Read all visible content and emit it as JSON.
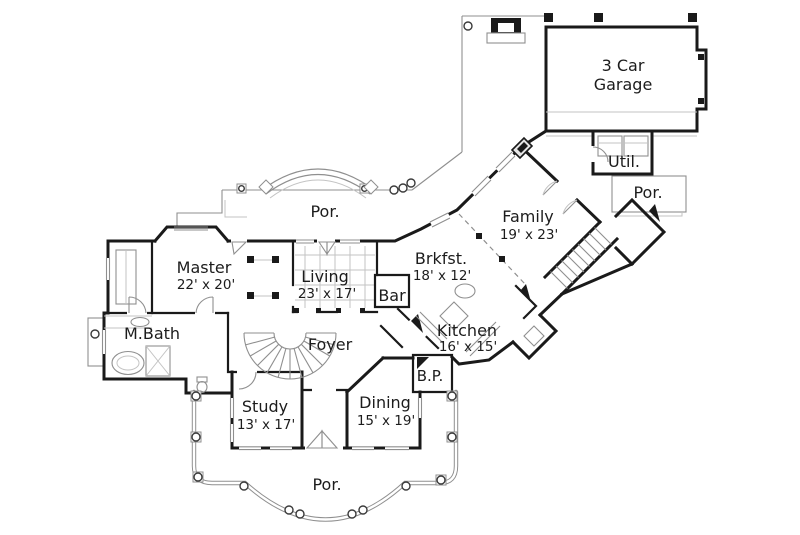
{
  "meta": {
    "kind": "house-floor-plan",
    "floor": "first-floor"
  },
  "colors": {
    "wall": "#1a1a1a",
    "line": "#8f8f8f",
    "light": "#c3c3c3",
    "text": "#1c1c1c",
    "bg": "#ffffff"
  },
  "rooms": {
    "por_top": {
      "label": "Por."
    },
    "garage": {
      "label": "3 Car",
      "label2": "Garage"
    },
    "util": {
      "label": "Util."
    },
    "por_right": {
      "label": "Por."
    },
    "family": {
      "label": "Family",
      "dims": "19' x 23'"
    },
    "brkfst": {
      "label": "Brkfst.",
      "dims": "18' x 12'"
    },
    "bar": {
      "label": "Bar"
    },
    "kitchen": {
      "label": "Kitchen",
      "dims": "16' x 15'"
    },
    "living": {
      "label": "Living",
      "dims": "23' x 17'"
    },
    "master": {
      "label": "Master",
      "dims": "22' x 20'"
    },
    "mbath": {
      "label": "M.Bath"
    },
    "foyer": {
      "label": "Foyer"
    },
    "study": {
      "label": "Study",
      "dims": "13' x 17'"
    },
    "dining": {
      "label": "Dining",
      "dims": "15' x 19'"
    },
    "bp": {
      "label": "B.P."
    },
    "por_bottom": {
      "label": "Por."
    }
  }
}
